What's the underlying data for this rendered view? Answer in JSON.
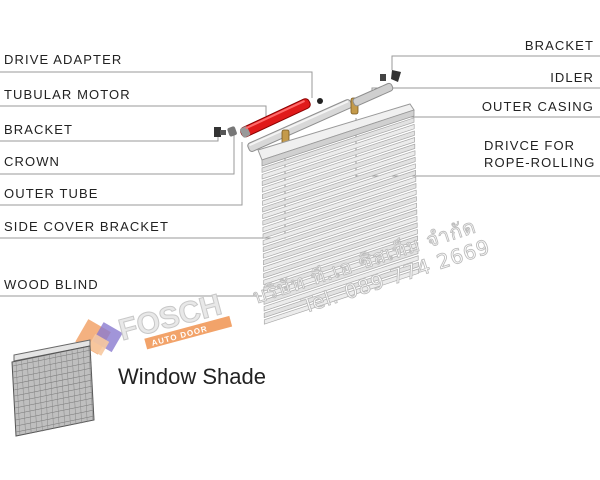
{
  "labels_left": [
    "DRIVE ADAPTER",
    "TUBULAR MOTOR",
    "BRACKET",
    "CROWN",
    "OUTER TUBE",
    "SIDE COVER BRACKET",
    "WOOD BLIND"
  ],
  "labels_right": [
    "BRACKET",
    "IDLER",
    "OUTER CASING",
    "DRIVCE FOR",
    "ROPE-ROLLING"
  ],
  "watermark": {
    "company_thai": "บริษัท ที.เอ ซิสเท็ม จำกัด",
    "phone": "Tel. 089 774 2669"
  },
  "logo": {
    "name": "FOSCH",
    "tagline": "AUTO DOOR"
  },
  "caption": "Window Shade",
  "colors": {
    "motor": "#e01a1a",
    "tube": "#c8c8c8",
    "blind": "#e6e6e6",
    "line": "#9a9a9a",
    "logo_orange": "#f2a36a",
    "logo_purple": "#8a7bd0"
  }
}
